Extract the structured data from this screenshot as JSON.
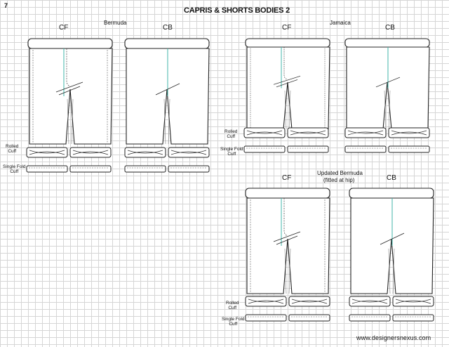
{
  "page_number": "7",
  "title": "CAPRIS & SHORTS BODIES 2",
  "front_label": "CF",
  "back_label": "CB",
  "sections": [
    {
      "name": "Bermuda"
    },
    {
      "name": "Jamaica"
    },
    {
      "name": "Updated Bermuda",
      "subtitle": "(fitted at hip)"
    }
  ],
  "cuff_labels": {
    "rolled_line1": "Rolled",
    "rolled_line2": "Cuff",
    "single_line1": "Single Fold",
    "single_line2": "Cuff"
  },
  "footer": "www.designersnexus.com"
}
